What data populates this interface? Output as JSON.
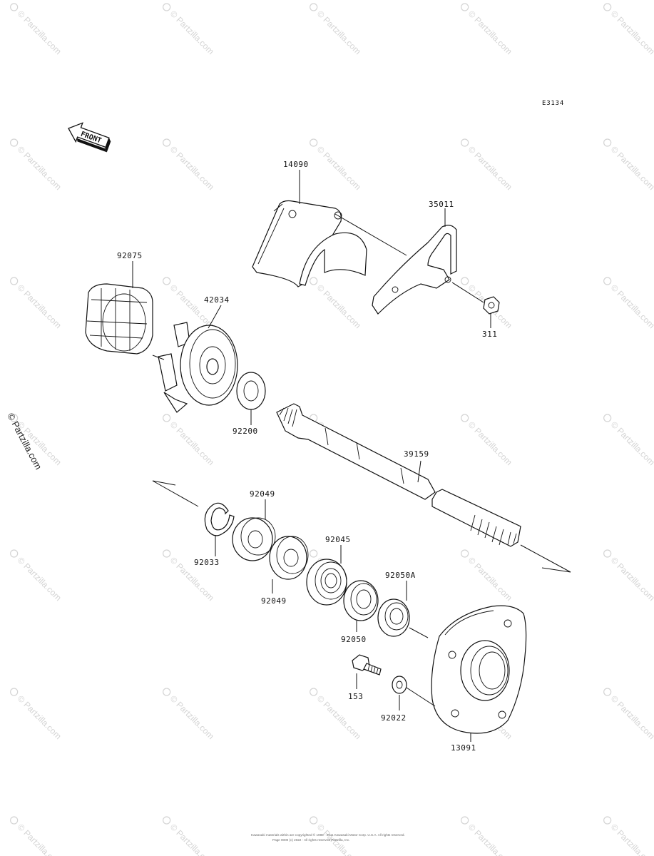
{
  "diagram_code": "E3134",
  "front_arrow_label": "FRONT",
  "side_watermark": "© Partzilla.com",
  "watermark_text": "© Partzilla.com",
  "copyright_lines": [
    "Kawasaki materials within are copyrighted © 1998 - 2011 Kawasaki Motor Corp. U.S.A. All rights reserved.",
    "Page 0000 (c) 2022 - All rights reserved Partzilla, Inc."
  ],
  "parts": [
    {
      "id": "p-14090",
      "label": "14090"
    },
    {
      "id": "p-35011",
      "label": "35011"
    },
    {
      "id": "p-311",
      "label": "311"
    },
    {
      "id": "p-92075",
      "label": "92075"
    },
    {
      "id": "p-42034",
      "label": "42034"
    },
    {
      "id": "p-92200",
      "label": "92200"
    },
    {
      "id": "p-39159",
      "label": "39159"
    },
    {
      "id": "p-92049a",
      "label": "92049"
    },
    {
      "id": "p-92033",
      "label": "92033"
    },
    {
      "id": "p-92049b",
      "label": "92049"
    },
    {
      "id": "p-92045",
      "label": "92045"
    },
    {
      "id": "p-92050A",
      "label": "92050A"
    },
    {
      "id": "p-92050",
      "label": "92050"
    },
    {
      "id": "p-153",
      "label": "153"
    },
    {
      "id": "p-92022",
      "label": "92022"
    },
    {
      "id": "p-13091",
      "label": "13091"
    }
  ]
}
